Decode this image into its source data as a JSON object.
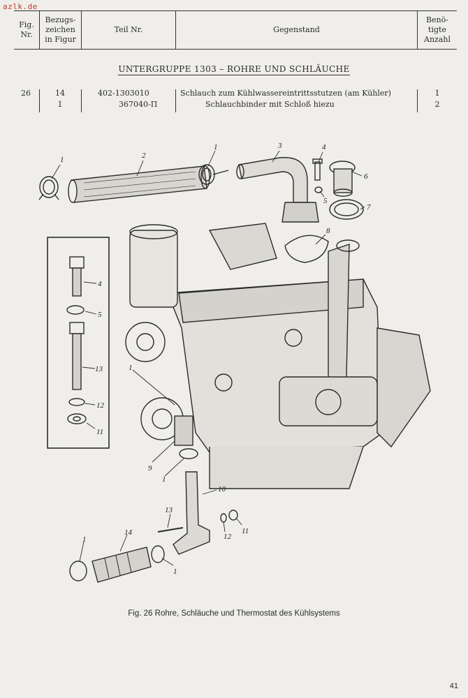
{
  "watermark": "azlk.de",
  "table_header": {
    "fig_nr": [
      "Fig.",
      "Nr."
    ],
    "bezugszeichen": [
      "Bezugs-",
      "zeichen",
      "in Figur"
    ],
    "teil_nr": "Teil Nr.",
    "gegenstand": "Gegenstand",
    "anzahl": [
      "Benö-",
      "tigte",
      "Anzahl"
    ]
  },
  "group_title": "UNTERGRUPPE 1303 – ROHRE UND SCHLÄUCHE",
  "rows": [
    {
      "fig": "26",
      "ref": "14",
      "part": "402-1303010",
      "desc": "Schlauch zum Kühlwassereintrittsstutzen (am Kühler)",
      "qty": "1"
    },
    {
      "fig": "",
      "ref": "1",
      "part": "367040-П",
      "desc": "Schlauchbinder mit Schloß hiezu",
      "qty": "2"
    }
  ],
  "callouts": [
    "1",
    "2",
    "1",
    "3",
    "4",
    "5",
    "6",
    "7",
    "8",
    "4",
    "5",
    "13",
    "12",
    "11",
    "1",
    "9",
    "1",
    "10",
    "13",
    "12",
    "11",
    "1",
    "14",
    "1"
  ],
  "caption": "Fig. 26  Rohre, Schläuche und Thermostat des Kühlsystems",
  "page_number": "41"
}
